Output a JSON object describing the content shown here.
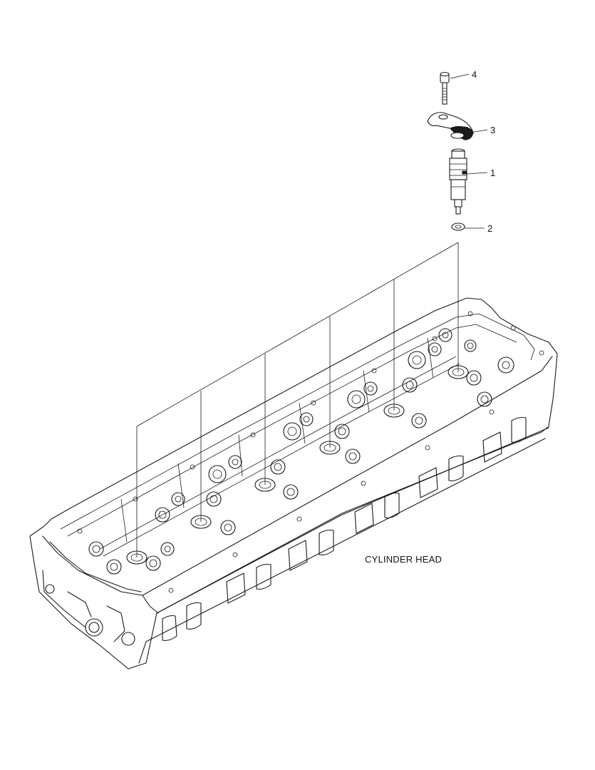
{
  "callouts": {
    "c1": "1",
    "c2": "2",
    "c3": "3",
    "c4": "4"
  },
  "caption": "CYLINDER HEAD",
  "colors": {
    "line": "#1a1a1a",
    "background": "#ffffff"
  }
}
